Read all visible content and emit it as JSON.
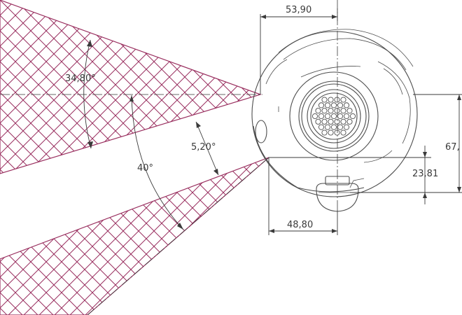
{
  "drawing": {
    "hatch_color": "#9a3060",
    "line_color": "#4d4d4d"
  },
  "dimensions": {
    "width_top": "53,90",
    "height_right": "67,",
    "offset_right": "23,81",
    "width_bottom": "48,80",
    "angle_upper_beam": "34,80°",
    "angle_gap": "5,20°",
    "angle_total": "40°"
  }
}
